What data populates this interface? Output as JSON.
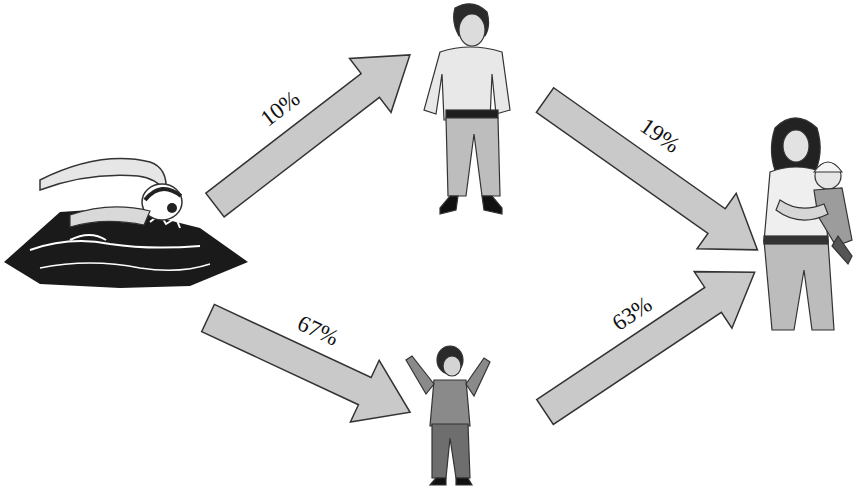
{
  "diagram": {
    "labels": [
      "10%",
      "19%",
      "67%",
      "63%"
    ]
  }
}
